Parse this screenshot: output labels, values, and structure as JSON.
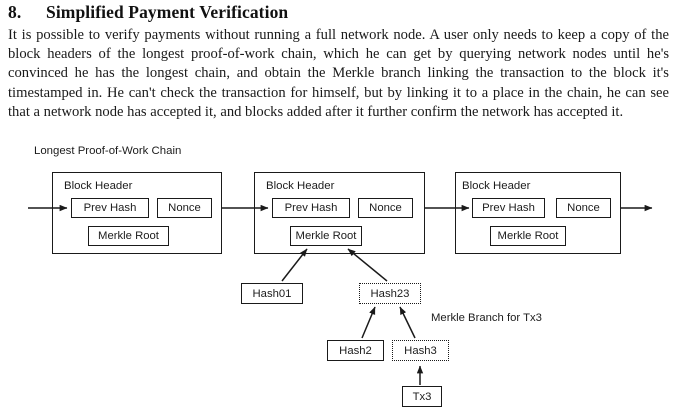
{
  "document": {
    "section_number": "8.",
    "section_title": "Simplified Payment Verification",
    "paragraph": "It is possible to verify payments without running a full network node.  A user only needs to keep a copy of the block headers of the longest proof-of-work chain, which he can get by querying network nodes until he's convinced he has the longest chain, and obtain the Merkle branch linking the transaction to the block it's timestamped in.  He can't check the transaction for himself, but by linking it to a place in the chain, he can see that a network node has accepted it, and blocks added after it further confirm the network has accepted it."
  },
  "diagram": {
    "chain_label": "Longest Proof-of-Work Chain",
    "branch_label": "Merkle Branch for Tx3",
    "blocks": [
      {
        "title": "Block Header",
        "prev_hash": "Prev Hash",
        "nonce": "Nonce",
        "merkle_root": "Merkle Root"
      },
      {
        "title": "Block Header",
        "prev_hash": "Prev Hash",
        "nonce": "Nonce",
        "merkle_root": "Merkle Root"
      },
      {
        "title": "Block Header",
        "prev_hash": "Prev Hash",
        "nonce": "Nonce",
        "merkle_root": "Merkle Root"
      }
    ],
    "merkle_nodes": [
      {
        "label": "Hash01",
        "style": "solid"
      },
      {
        "label": "Hash23",
        "style": "dotted"
      },
      {
        "label": "Hash2",
        "style": "solid"
      },
      {
        "label": "Hash3",
        "style": "dotted"
      },
      {
        "label": "Tx3",
        "style": "solid"
      }
    ]
  },
  "colors": {
    "ink": "#1a1a1a",
    "page": "#ffffff"
  }
}
